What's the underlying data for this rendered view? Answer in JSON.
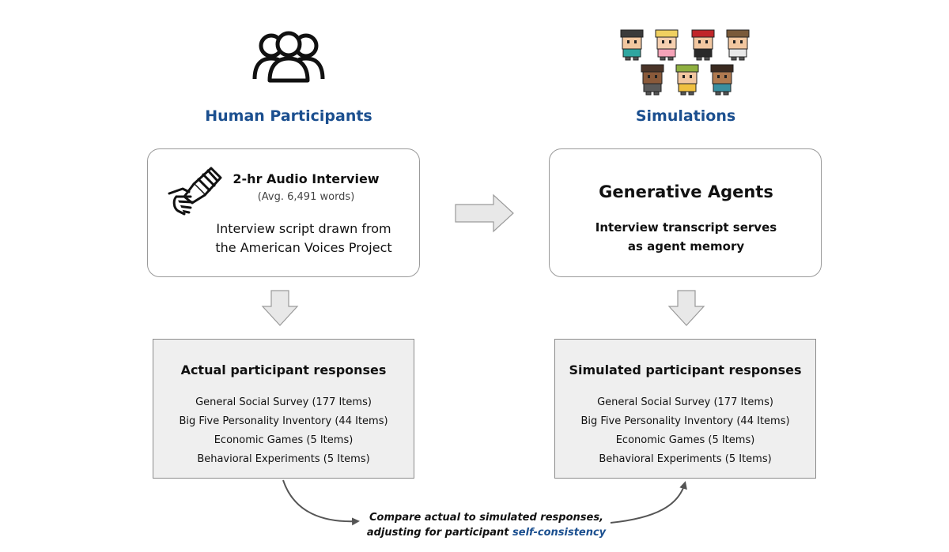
{
  "colors": {
    "title_blue": "#1b4f8f",
    "arrow_gray": "#e8e8e8",
    "box_gray": "#efefef",
    "highlight_blue": "#1b4f8f"
  },
  "left": {
    "title": "Human Participants",
    "icon": "group-icon",
    "interview": {
      "icon": "microphone-hand-icon",
      "title": "2-hr Audio Interview",
      "subtitle": "(Avg. 6,491 words)",
      "desc_line1": "Interview script drawn from",
      "desc_line2": "the American Voices Project"
    },
    "responses": {
      "title": "Actual participant responses",
      "items": [
        "General Social Survey (177 Items)",
        "Big Five Personality Inventory (44 Items)",
        "Economic Games (5 Items)",
        "Behavioral Experiments (5 Items)"
      ]
    }
  },
  "right": {
    "title": "Simulations",
    "icon": "agent-avatars-icon",
    "agents": {
      "title": "Generative Agents",
      "desc_line1": "Interview transcript serves",
      "desc_line2": "as agent memory"
    },
    "responses": {
      "title": "Simulated participant responses",
      "items": [
        "General Social Survey (177 Items)",
        "Big Five Personality Inventory (44 Items)",
        "Economic Games (5 Items)",
        "Behavioral Experiments (5 Items)"
      ]
    }
  },
  "compare": {
    "line1": "Compare actual to simulated responses,",
    "line2_prefix": "adjusting for participant ",
    "line2_highlight": "self-consistency"
  }
}
